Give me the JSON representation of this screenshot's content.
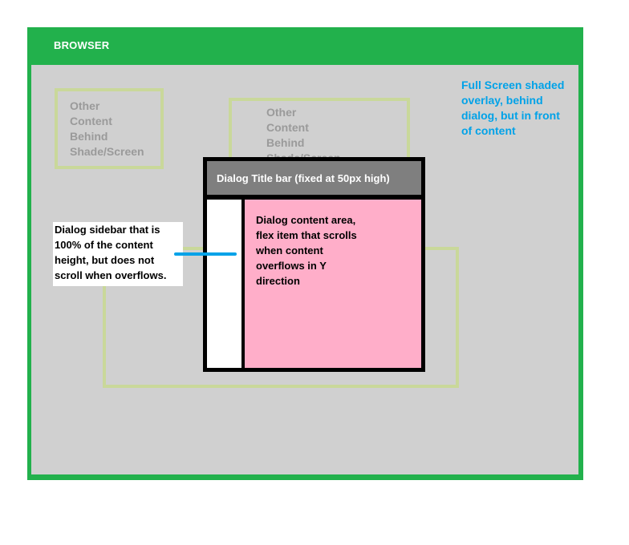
{
  "browser": {
    "title": "BROWSER",
    "frame_color": "#22b14c"
  },
  "overlay": {
    "label": "Full Screen shaded\noverlay, behind\ndialog, but in front\nof content",
    "color": "#d0d0d0",
    "label_color": "#00a2e8"
  },
  "background_content": [
    {
      "text": "Other\nContent\nBehind\nShade/Screen"
    },
    {
      "text": "Other\nContent\nBehind\nShade/Screen"
    }
  ],
  "dialog": {
    "title": "Dialog Title bar (fixed at 50px high)",
    "content_text": "Dialog content area,\nflex item that scrolls\nwhen content\noverflows in Y\ndirection",
    "content_color": "#ffaec9",
    "titlebar_color": "#7f7f7f"
  },
  "sidebar_callout": {
    "text": "Dialog sidebar that is\n100% of the content\nheight, but does not\nscroll when overflows."
  }
}
